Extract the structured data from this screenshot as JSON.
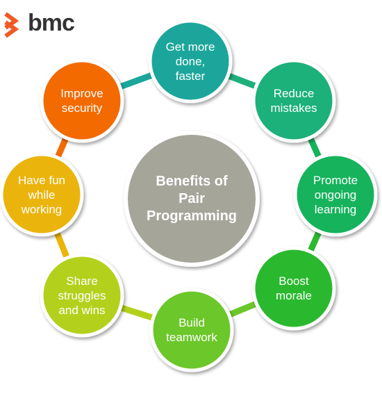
{
  "brand": {
    "name": "bmc",
    "color": "#f15a24",
    "icon": "chevron-logo-icon"
  },
  "center": {
    "label": "Benefits of\nPair\nProgramming",
    "color": "#a5a59a"
  },
  "nodes": [
    {
      "label": "Get more\ndone,\nfaster",
      "color": "#1aa69b"
    },
    {
      "label": "Reduce\nmistakes",
      "color": "#1fb07a"
    },
    {
      "label": "Promote\nongoing\nlearning",
      "color": "#16b35c"
    },
    {
      "label": "Boost\nmorale",
      "color": "#2ab92f"
    },
    {
      "label": "Build\nteamwork",
      "color": "#6cc72a"
    },
    {
      "label": "Share\nstruggles\nand wins",
      "color": "#b3d11b"
    },
    {
      "label": "Have fun\nwhile\nworking",
      "color": "#ebb408"
    },
    {
      "label": "Improve\nsecurity",
      "color": "#f26b06"
    }
  ]
}
